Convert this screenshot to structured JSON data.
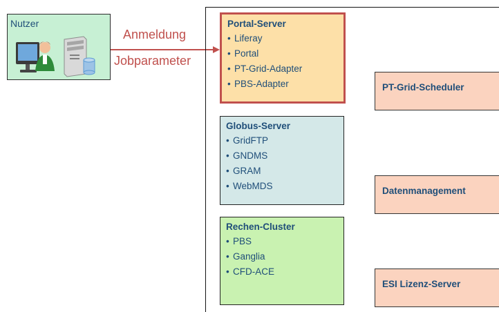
{
  "user": {
    "title": "Nutzer"
  },
  "arrow": {
    "top_label": "Anmeldung",
    "bottom_label": "Jobparameter",
    "color": "#c0504d"
  },
  "portal_server": {
    "title": "Portal-Server",
    "items": [
      "Liferay",
      "Portal",
      "PT-Grid-Adapter",
      "PBS-Adapter"
    ],
    "fill": "#fde0a8",
    "border": "#c0504d"
  },
  "globus_server": {
    "title": "Globus-Server",
    "items": [
      "GridFTP",
      "GNDMS",
      "GRAM",
      "WebMDS"
    ],
    "fill": "#d4e8e8"
  },
  "rechen_cluster": {
    "title": "Rechen-Cluster",
    "items": [
      "PBS",
      "Ganglia",
      "CFD-ACE"
    ],
    "fill": "#c9f2b1"
  },
  "side_boxes": {
    "scheduler": "PT-Grid-Scheduler",
    "datenmanagement": "Datenmanagement",
    "lizenz_server": "ESI Lizenz-Server"
  },
  "bullet_char": "•",
  "text_color": "#1f4e79"
}
